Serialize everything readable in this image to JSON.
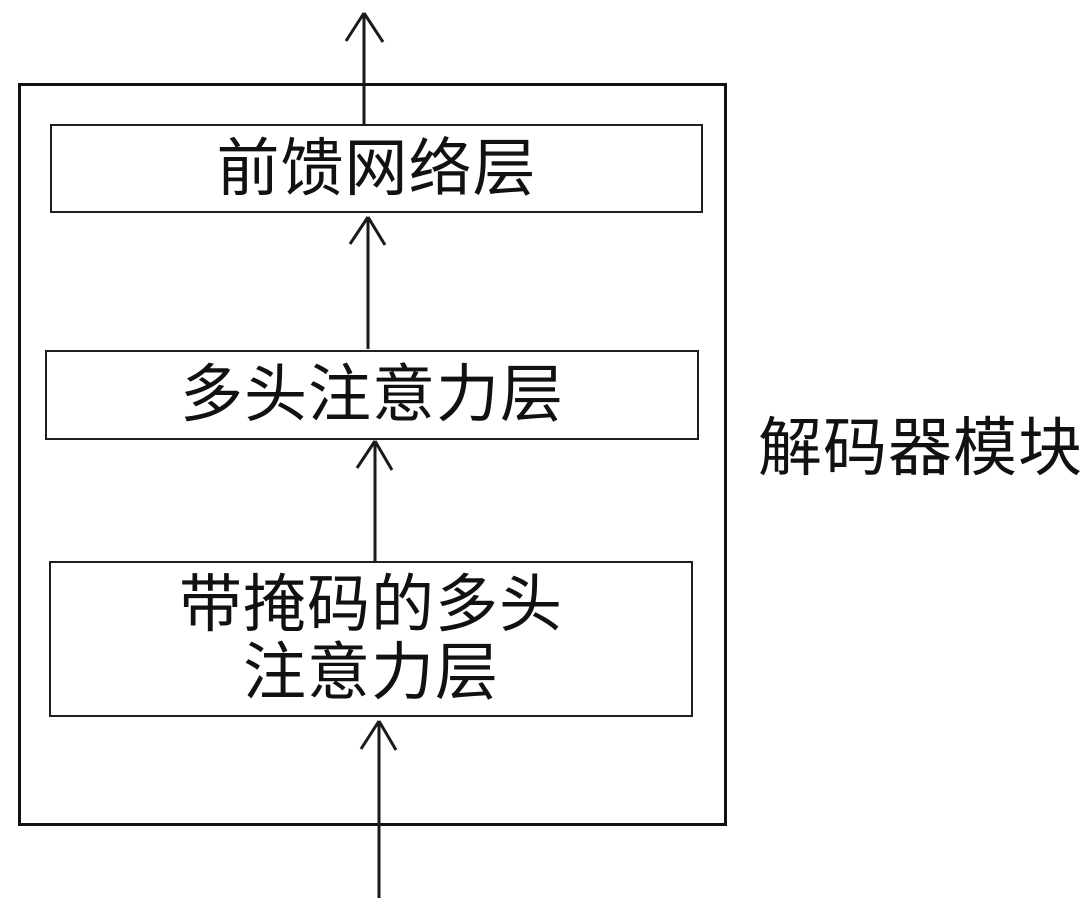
{
  "diagram": {
    "title": "解码器模块",
    "stroke_color": "#1a1a1a",
    "background_color": "#ffffff",
    "nodes": [
      {
        "id": "ffn",
        "label": "前馈网络层"
      },
      {
        "id": "mha",
        "label": "多头注意力层"
      },
      {
        "id": "masked_mha",
        "label_lines": [
          "带掩码的多头",
          "注意力层"
        ]
      }
    ],
    "edges": [
      {
        "from": "input",
        "to": "masked_mha",
        "direction": "up"
      },
      {
        "from": "masked_mha",
        "to": "mha",
        "direction": "up"
      },
      {
        "from": "mha",
        "to": "ffn",
        "direction": "up"
      },
      {
        "from": "ffn",
        "to": "output",
        "direction": "up"
      }
    ]
  }
}
